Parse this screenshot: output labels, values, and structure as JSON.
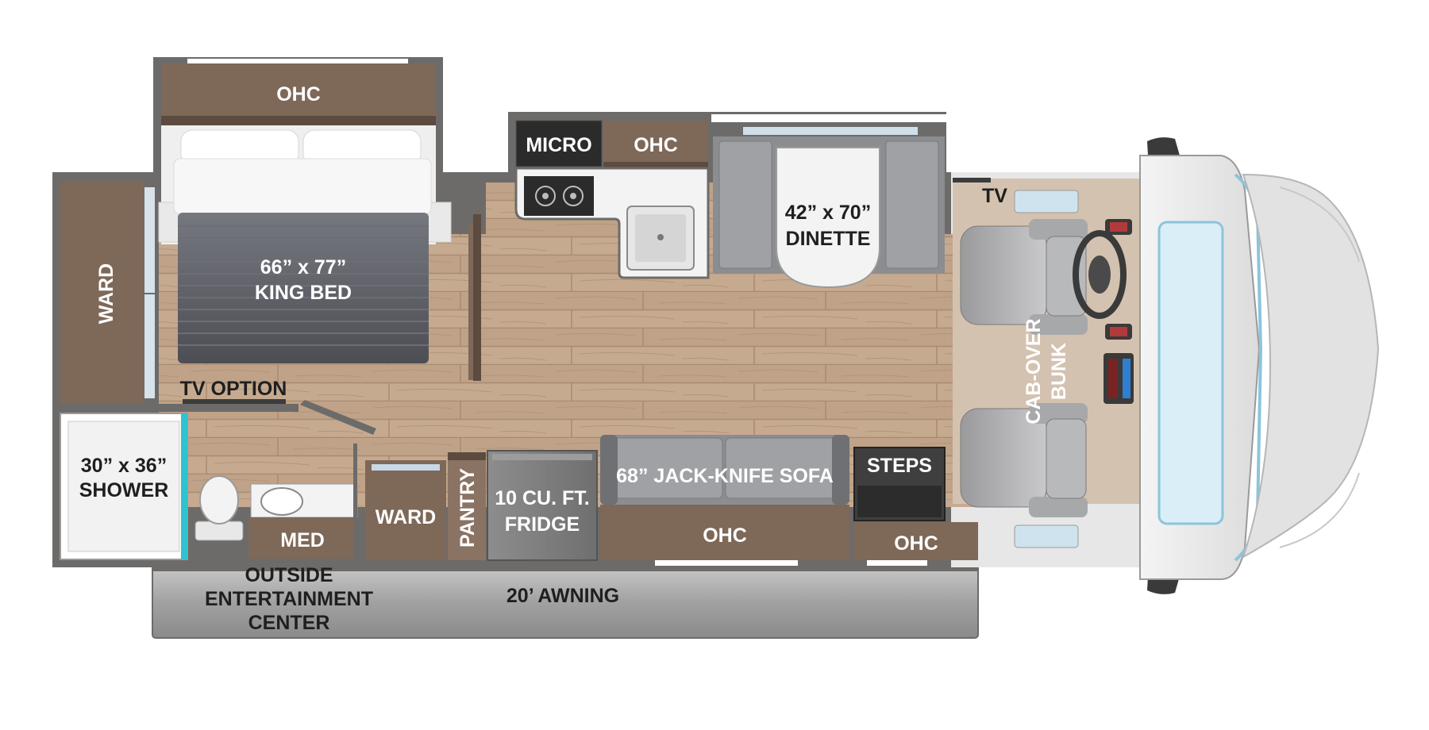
{
  "colors": {
    "wall": "#6d6b69",
    "floor": "#c4a88e",
    "floor_grain": "#a98d73",
    "cabinet": "#7e6858",
    "cabinet_light": "#a08a78",
    "mattress": "#5b5c62",
    "upholstery": "#8c8d90",
    "counter": "#f3f3f3",
    "glass": "#dceaf2",
    "cab_body": "#e9e9ea",
    "windshield": "#d9eef6",
    "awning": "#9c9c9c",
    "shower_accent": "#2fc3cf"
  },
  "icons": [
    "bed-icon",
    "toilet-icon",
    "sink-icon",
    "stove-icon",
    "steering-wheel-icon",
    "driver-seat-icon",
    "passenger-seat-icon"
  ],
  "labels": {
    "bedroom_ohc": "OHC",
    "ward_left": "WARD",
    "bed_size": "66” x 77”",
    "bed_name": "KING BED",
    "tv_option": "TV OPTION",
    "shower_size": "30” x 36”",
    "shower_name": "SHOWER",
    "med": "MED",
    "ward_bath": "WARD",
    "pantry": "PANTRY",
    "fridge_size": "10 CU. FT.",
    "fridge_name": "FRIDGE",
    "sofa": "68” JACK-KNIFE SOFA",
    "ohc_sofa": "OHC",
    "steps": "STEPS",
    "ohc_steps": "OHC",
    "micro": "MICRO",
    "ohc_kitchen": "OHC",
    "dinette_size": "42” x 70”",
    "dinette_name": "DINETTE",
    "tv": "TV",
    "cab_over_1": "CAB-OVER",
    "cab_over_2": "BUNK",
    "outside_1": "OUTSIDE",
    "outside_2": "ENTERTAINMENT",
    "outside_3": "CENTER",
    "awning": "20’ AWNING"
  }
}
